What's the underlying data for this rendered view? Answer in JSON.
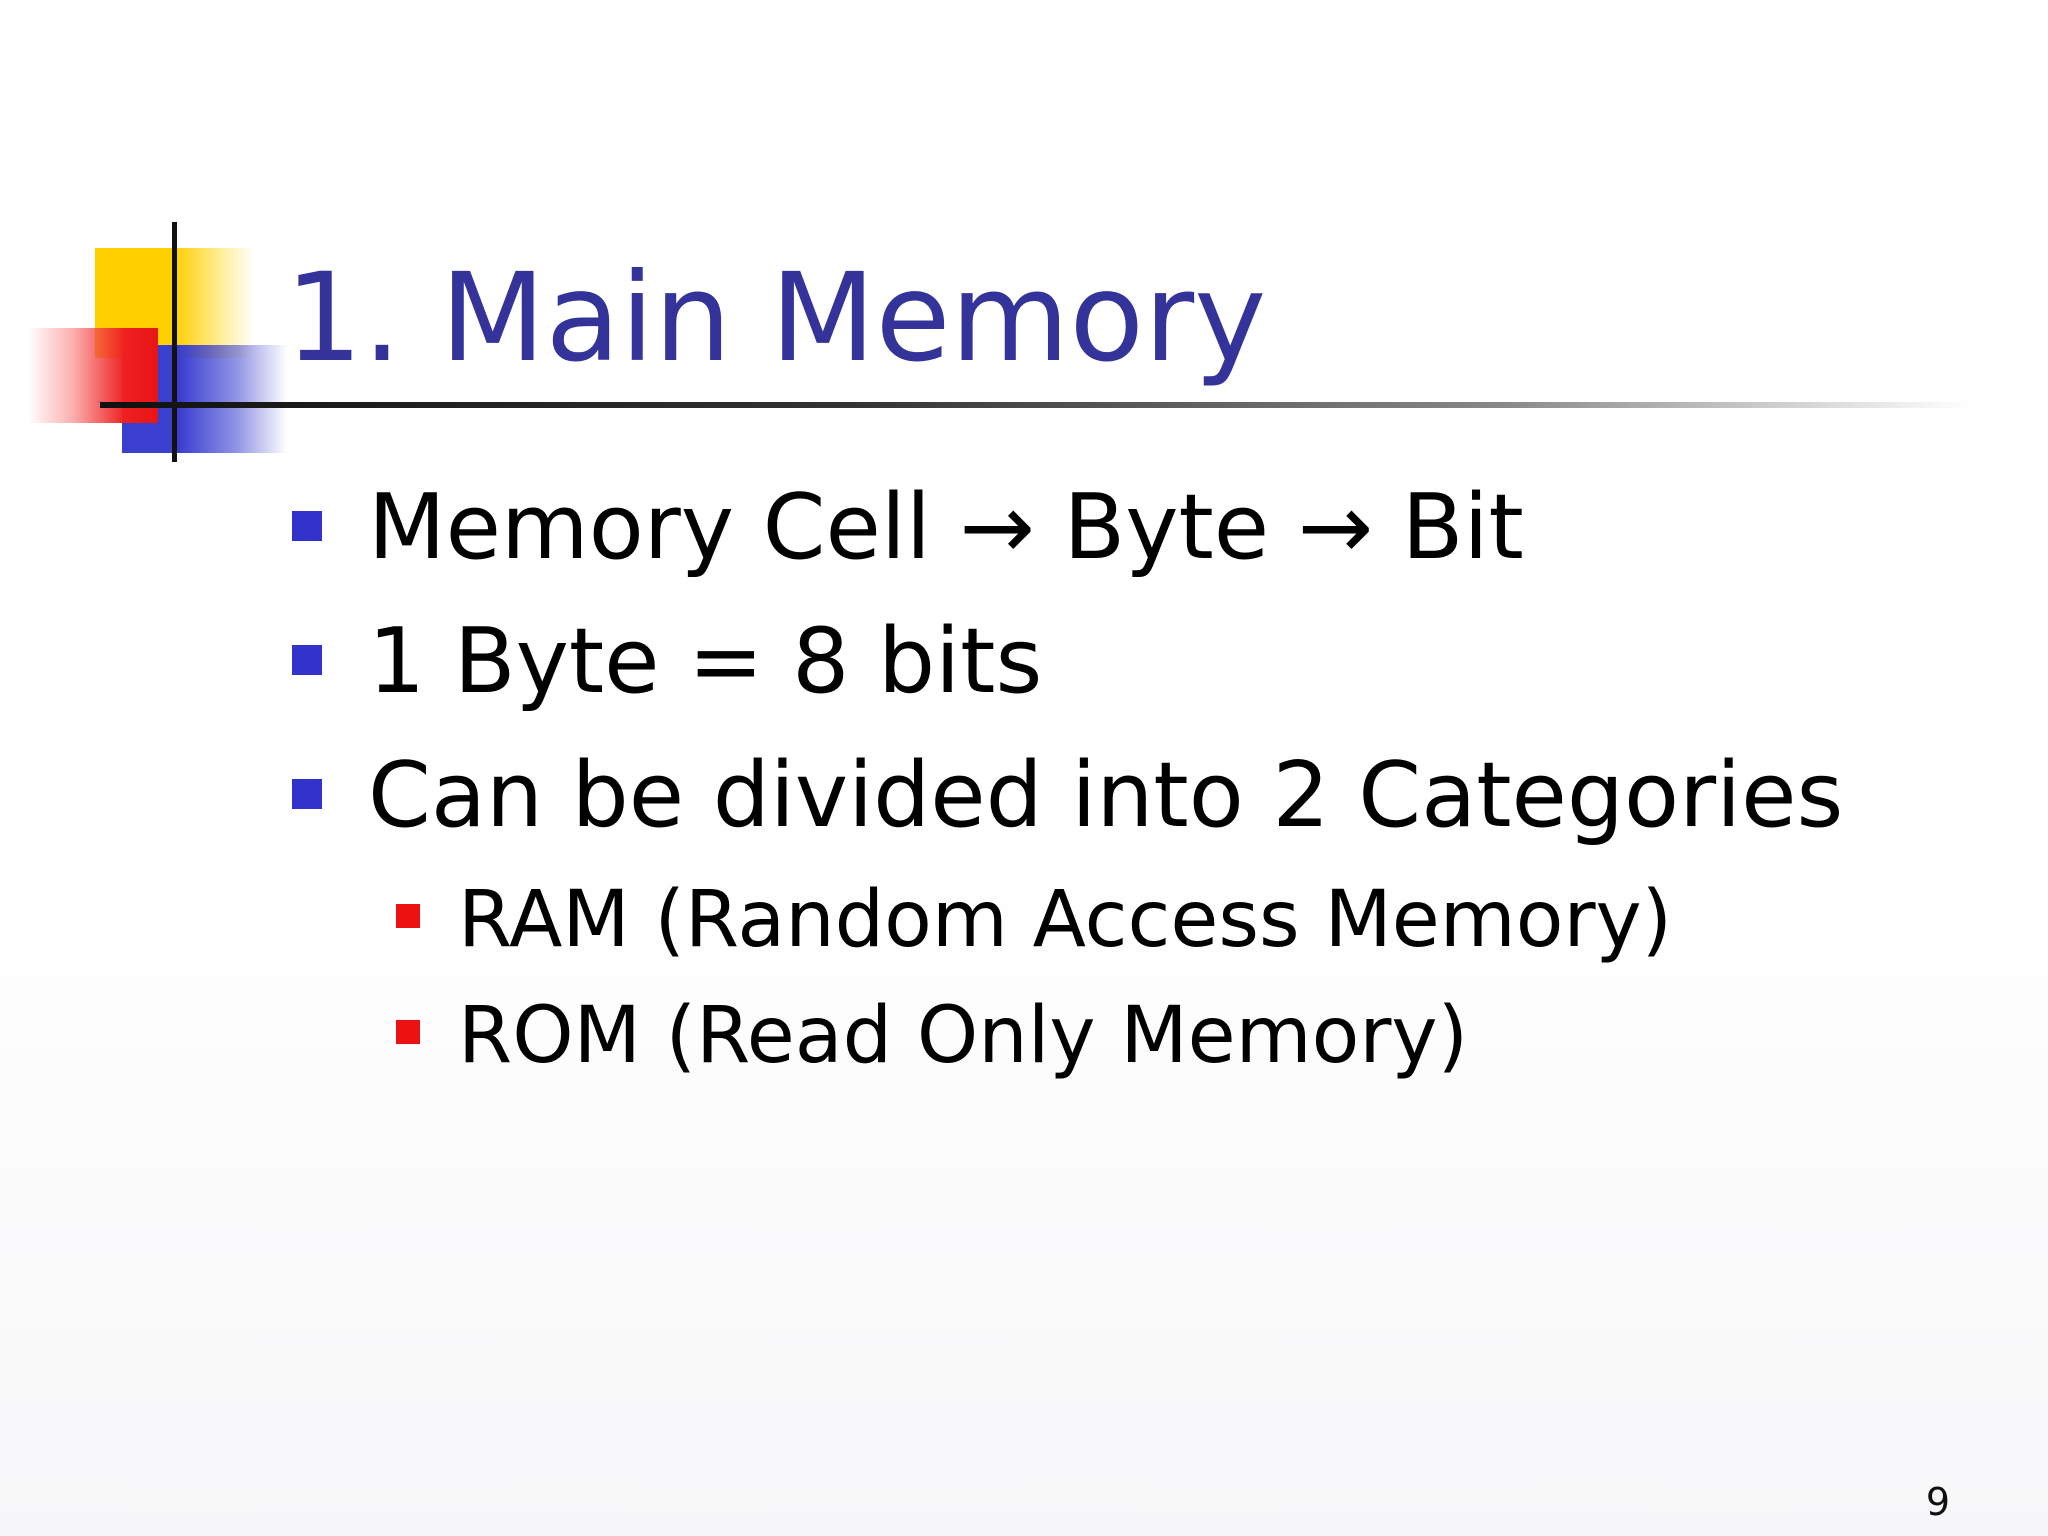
{
  "slide": {
    "title": "1. Main Memory",
    "bullets": [
      "Memory Cell → Byte → Bit",
      "1 Byte = 8 bits",
      "Can be divided into 2 Categories"
    ],
    "sub_bullets": [
      "RAM (Random Access Memory)",
      "ROM (Read Only Memory)"
    ],
    "page_number": "9"
  },
  "colors": {
    "title": "#333399",
    "bullet_level1": "#3333cc",
    "bullet_level2": "#ee1111",
    "deco_yellow": "#ffd000",
    "deco_red": "#e81515",
    "deco_blue": "#3a3fd0"
  }
}
